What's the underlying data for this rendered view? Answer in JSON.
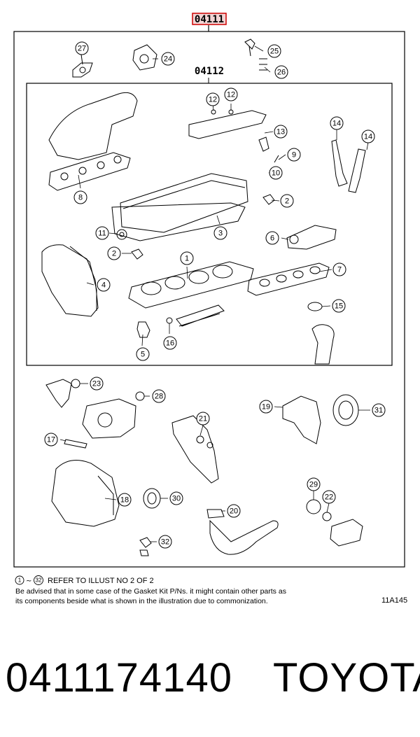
{
  "diagram": {
    "outer_kit_label": "04111",
    "inner_kit_label": "04112",
    "callouts": [
      "27",
      "24",
      "25",
      "26",
      "12",
      "12",
      "13",
      "9",
      "10",
      "14",
      "14",
      "2",
      "8",
      "3",
      "11",
      "2",
      "6",
      "1",
      "7",
      "4",
      "15",
      "16",
      "5",
      "23",
      "28",
      "19",
      "31",
      "21",
      "17",
      "18",
      "30",
      "20",
      "29",
      "22",
      "32"
    ]
  },
  "notes": {
    "circle_from": "1",
    "circle_to": "32",
    "ref_text": "REFER TO ILLUST NO 2 OF 2",
    "line2": "Be advised that in some case of the Gasket Kit P/Ns.  it might contain other parts as",
    "line3": "its components beside what is shown in the illustration due to commonization.",
    "ref_code": "11A145"
  },
  "footer": {
    "part_number": "0411174140",
    "brand": "TOYOTA"
  }
}
